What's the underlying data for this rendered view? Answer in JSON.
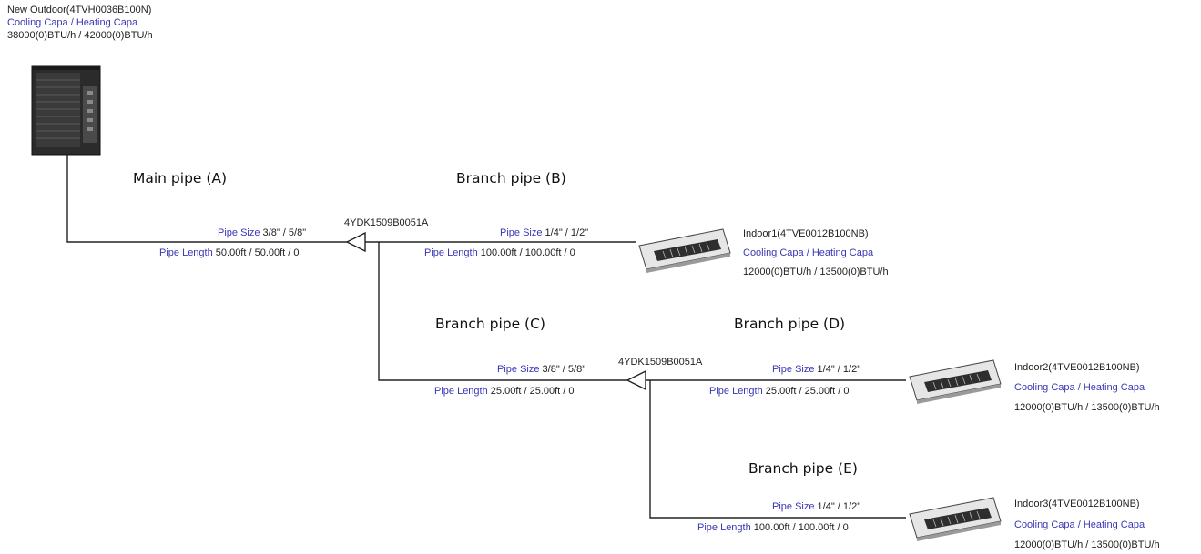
{
  "outdoor": {
    "name": "New Outdoor(4TVH0036B100N)",
    "capa_label": "Cooling Capa / Heating Capa",
    "capa_value": "38000(0)BTU/h / 42000(0)BTU/h"
  },
  "pipes": {
    "main": "Main pipe (A)",
    "b": "Branch pipe (B)",
    "c": "Branch pipe (C)",
    "d": "Branch pipe (D)",
    "e": "Branch pipe (E)"
  },
  "branch_kits": {
    "k1": "4YDK1509B0051A",
    "k2": "4YDK1509B0051A"
  },
  "labels": {
    "size": "Pipe Size",
    "length": "Pipe Length"
  },
  "specs": {
    "a_size": "3/8\" / 5/8\"",
    "a_length": "50.00ft / 50.00ft / 0",
    "b_size": "1/4\" / 1/2\"",
    "b_length": "100.00ft / 100.00ft / 0",
    "c_size": "3/8\" / 5/8\"",
    "c_length": "25.00ft / 25.00ft / 0",
    "d_size": "1/4\" / 1/2\"",
    "d_length": "25.00ft / 25.00ft / 0",
    "e_size": "1/4\" / 1/2\"",
    "e_length": "100.00ft / 100.00ft / 0"
  },
  "indoors": [
    {
      "name": "Indoor1(4TVE0012B100NB)",
      "capa_label": "Cooling Capa / Heating Capa",
      "capa_value": "12000(0)BTU/h / 13500(0)BTU/h"
    },
    {
      "name": "Indoor2(4TVE0012B100NB)",
      "capa_label": "Cooling Capa / Heating Capa",
      "capa_value": "12000(0)BTU/h / 13500(0)BTU/h"
    },
    {
      "name": "Indoor3(4TVE0012B100NB)",
      "capa_label": "Cooling Capa / Heating Capa",
      "capa_value": "12000(0)BTU/h / 13500(0)BTU/h"
    }
  ]
}
